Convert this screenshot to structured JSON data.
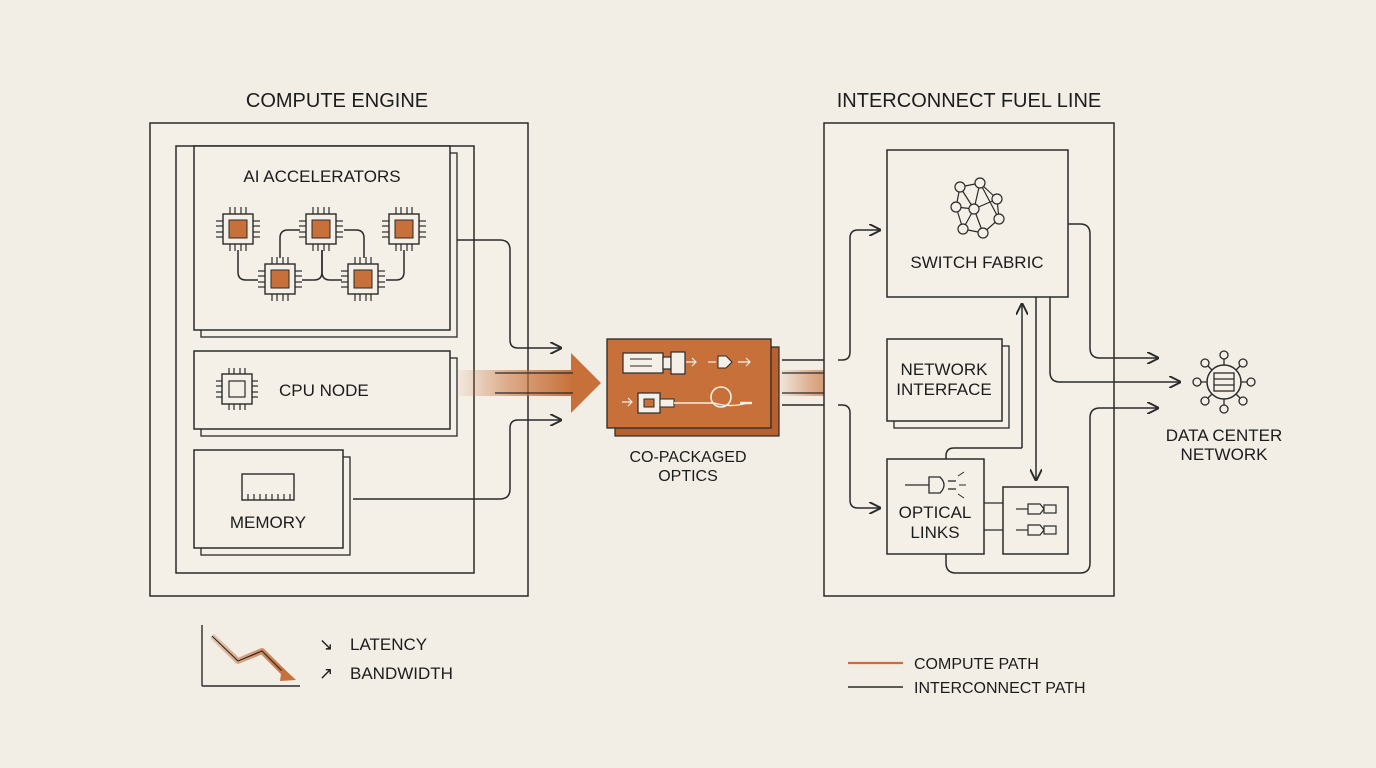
{
  "compute_engine": {
    "title": "COMPUTE ENGINE",
    "ai_accelerators": "AI ACCELERATORS",
    "cpu_node": "CPU NODE",
    "memory": "MEMORY"
  },
  "co_packaged_optics": {
    "line1": "CO-PACKAGED",
    "line2": "OPTICS"
  },
  "interconnect": {
    "title": "INTERCONNECT FUEL LINE",
    "switch_fabric": "SWITCH FABRIC",
    "network_interface_line1": "NETWORK",
    "network_interface_line2": "INTERFACE",
    "optical_links_line1": "OPTICAL",
    "optical_links_line2": "LINKS"
  },
  "data_center": {
    "line1": "DATA CENTER",
    "line2": "NETWORK"
  },
  "metrics": {
    "latency": "LATENCY",
    "bandwidth": "BANDWIDTH",
    "latency_symbol": "↘",
    "bandwidth_symbol": "↗"
  },
  "legend": {
    "compute_path": "COMPUTE PATH",
    "interconnect_path": "INTERCONNECT PATH"
  },
  "colors": {
    "accent": "#c8703a",
    "line": "#2a2a2a",
    "background": "#f2eee6"
  }
}
